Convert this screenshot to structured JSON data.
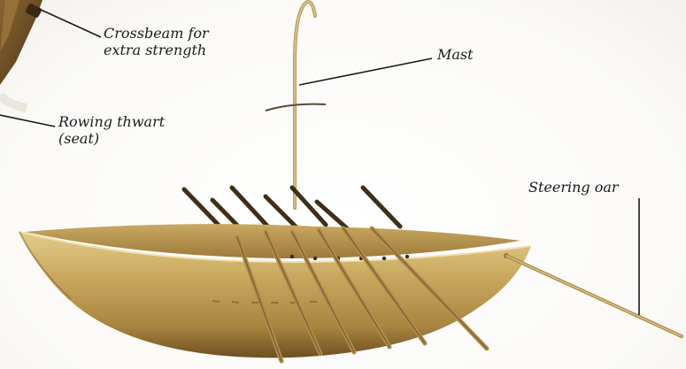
{
  "labels": {
    "crossbeam": {
      "line1": "Crossbeam for",
      "line2": "extra strength"
    },
    "mast": "Mast",
    "thwart": {
      "line1": "Rowing thwart",
      "line2": "(seat)"
    },
    "steering": "Steering oar"
  },
  "colors": {
    "hull_light": "#d8bf7a",
    "hull_mid": "#b8964c",
    "hull_dark": "#7a5a24",
    "oar": "#8b6e3a",
    "oar_dark": "#3f2f18",
    "mast": "#c9b07a",
    "leader_line": "#1a1a1a",
    "inset_wood": "#6b4a22"
  }
}
